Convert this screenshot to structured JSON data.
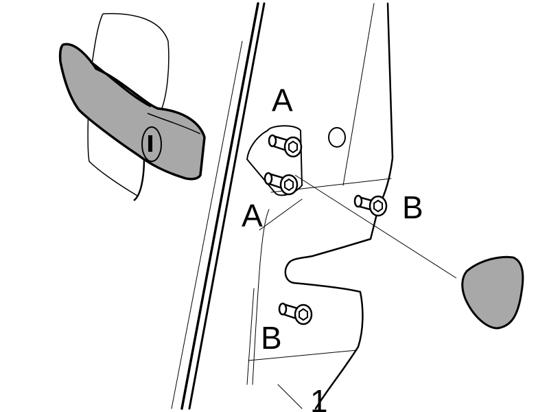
{
  "colors": {
    "background": "#ffffff",
    "line": "#000000",
    "part_fill": "#a8a8a8",
    "part_shade": "#8a8a8a"
  },
  "labels": {
    "bolt_upper": "A",
    "bolt_lower": "A",
    "bolt_right": "B",
    "bolt_bottom": "B",
    "part_number": "1"
  },
  "icons": {
    "door_handle": "door-handle-icon",
    "trim_cap": "trim-cap-icon",
    "bolt": "bolt-icon"
  }
}
